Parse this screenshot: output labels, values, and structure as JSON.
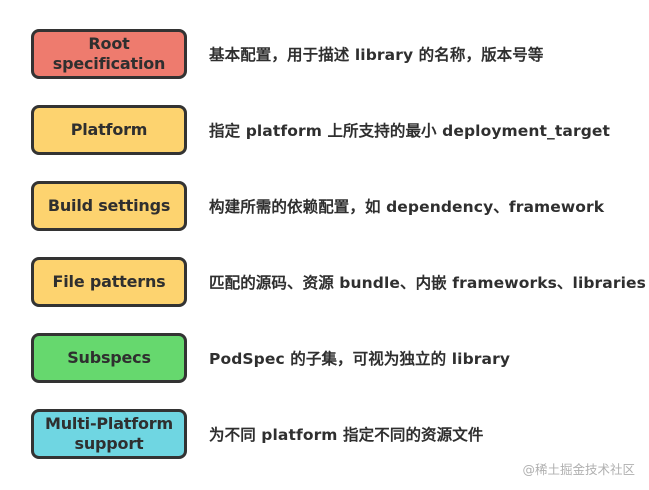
{
  "rows": [
    {
      "label": "Root specification",
      "description": "基本配置，用于描述 library 的名称，版本号等",
      "color": "#ee7b6e"
    },
    {
      "label": "Platform",
      "description": "指定 platform 上所支持的最小 deployment_target",
      "color": "#fdd36f"
    },
    {
      "label": "Build settings",
      "description": "构建所需的依赖配置，如 dependency、framework",
      "color": "#fdd36f"
    },
    {
      "label": "File patterns",
      "description": "匹配的源码、资源 bundle、内嵌 frameworks、libraries",
      "color": "#fdd36f"
    },
    {
      "label": "Subspecs",
      "description": "PodSpec 的子集，可视为独立的 library",
      "color": "#66d86e"
    },
    {
      "label_line1": "Multi-Platform",
      "label_line2": "support",
      "description": "为不同 platform 指定不同的资源文件",
      "color": "#6fd6e2"
    }
  ],
  "watermark": "@稀土掘金技术社区"
}
